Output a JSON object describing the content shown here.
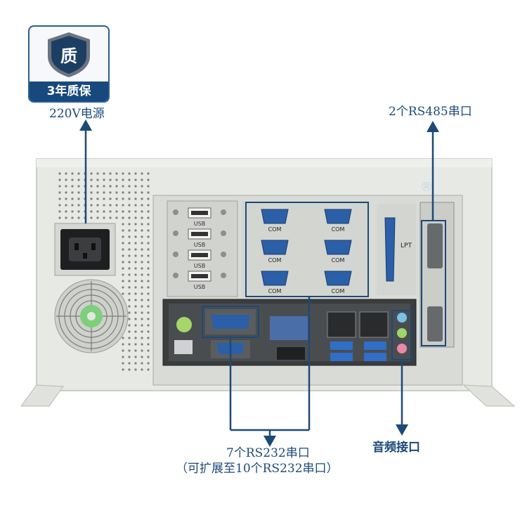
{
  "badge": {
    "glyph": "质",
    "text": "3年质保",
    "icon": "shield-icon",
    "color": "#17497e"
  },
  "labels": {
    "power": "220V电源",
    "rs485": "2个RS485串口",
    "rs232_line1": "7个RS232串口",
    "rs232_line2": "（可扩展至10个RS232串口）",
    "audio": "音频接口"
  },
  "ports": {
    "usb": "USB",
    "com": "COM",
    "lpt": "LPT",
    "registered": "®"
  },
  "colors": {
    "accent": "#1c4a78",
    "chassis": "#e6e8e3",
    "panel": "#cfd2cf"
  }
}
